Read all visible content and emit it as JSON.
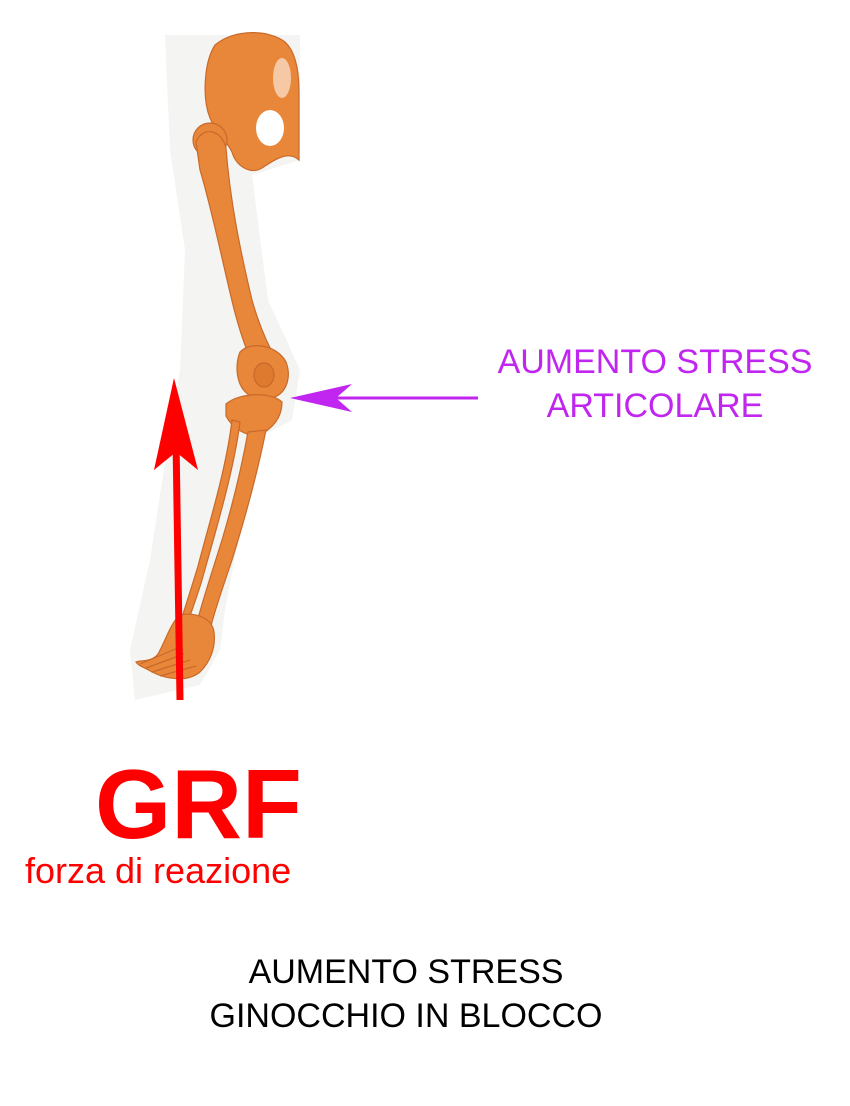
{
  "diagram": {
    "annotation": {
      "line1": "AUMENTO STRESS",
      "line2": "ARTICOLARE",
      "color": "#c026f0"
    },
    "force": {
      "title": "GRF",
      "subtitle": "forza di reazione",
      "color": "#ff0000"
    },
    "caption": {
      "line1": "AUMENTO STRESS",
      "line2": "GINOCCHIO IN BLOCCO"
    },
    "bone_color": "#e8873a",
    "background_shadow": "#f2f2f0",
    "icons": [
      "leg-skeleton",
      "arrow-up-icon",
      "arrow-left-icon"
    ]
  }
}
